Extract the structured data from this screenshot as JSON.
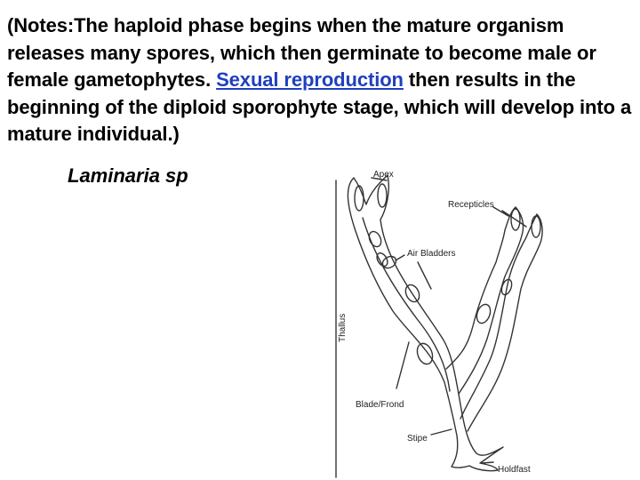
{
  "notes": {
    "part1": "(Notes:The haploid phase begins when the mature organism releases many spores, which then germinate to become male or female gametophytes. ",
    "link": "Sexual reproduction",
    "part2": " then results in the beginning of the diploid sporophyte stage, which will develop into a mature individual.)"
  },
  "caption": "Laminaria sp",
  "diagram": {
    "labels": {
      "apex": "Apex",
      "recepticles": "Recepticles",
      "air_bladders": "Air Bladders",
      "thallus": "Thallus",
      "blade": "Blade/Frond",
      "stipe": "Stipe",
      "holdfast": "Holdfast"
    }
  },
  "colors": {
    "link": "#1f3fbf",
    "text": "#000000"
  }
}
